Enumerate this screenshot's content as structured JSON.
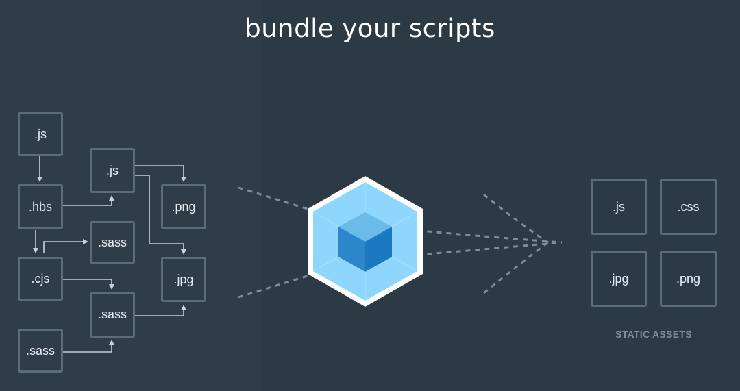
{
  "title": "bundle your scripts",
  "modules": [
    {
      "label": ".js"
    },
    {
      "label": ".js"
    },
    {
      "label": ".hbs"
    },
    {
      "label": ".png"
    },
    {
      "label": ".sass"
    },
    {
      "label": ".cjs"
    },
    {
      "label": ".jpg"
    },
    {
      "label": ".sass"
    },
    {
      "label": ".sass"
    }
  ],
  "outputs": [
    {
      "label": ".js"
    },
    {
      "label": ".css"
    },
    {
      "label": ".jpg"
    },
    {
      "label": ".png"
    }
  ],
  "output_caption": "STATIC ASSETS",
  "colors": {
    "background": "#2b3a45",
    "box_border": "#5d6d78",
    "cube_light": "#8ed6fb",
    "cube_dark": "#1c78c0"
  },
  "icons": [
    "webpack-cube-logo"
  ]
}
